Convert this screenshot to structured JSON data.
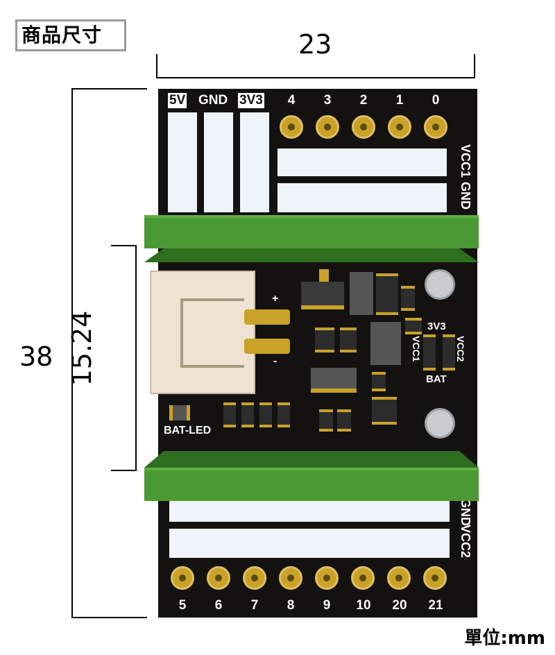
{
  "title": "商品尺寸",
  "dimensions": {
    "width": "23",
    "height": "38",
    "inner": "15.24",
    "units": "單位:mm"
  },
  "top_power_labels": [
    "5V",
    "GND",
    "3V3"
  ],
  "top_pins": [
    "4",
    "3",
    "2",
    "1",
    "0"
  ],
  "bottom_pins": [
    "5",
    "6",
    "7",
    "8",
    "9",
    "10",
    "20",
    "21"
  ],
  "top_side_labels": [
    "VCC1",
    "GND"
  ],
  "bottom_side_labels": [
    "GND",
    "VCC2"
  ],
  "board_labels": {
    "plus": "+",
    "minus": "-",
    "bat_led": "BAT-LED",
    "v3v3": "3V3",
    "vcc1": "VCC1",
    "vcc2": "VCC2",
    "bat": "BAT"
  },
  "colors": {
    "pcb": "#141210",
    "header": "#3d8a2a",
    "gold": "#c9a227",
    "connector": "#efe2d2"
  }
}
